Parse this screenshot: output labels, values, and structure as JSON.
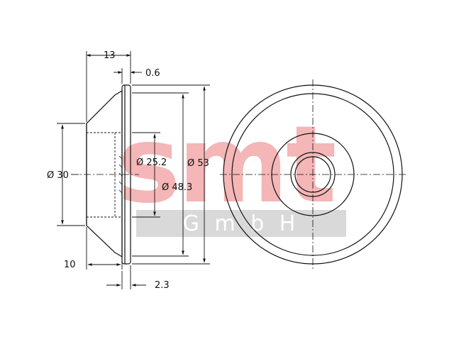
{
  "watermark": {
    "brand": "smt",
    "sub": "G m b H",
    "brand_color": "#f4b6b6",
    "band_color": "#d9d9d9"
  },
  "dimensions": {
    "top_width": "13",
    "flange": "0.6",
    "left_diameter": "Ø 30",
    "inner_diameter": "Ø 25.2",
    "mid_diameter": "Ø 48.3",
    "outer_diameter": "Ø 53",
    "bottom_left": "10",
    "bottom_right": "2.3"
  },
  "colors": {
    "line": "#111111",
    "hidden": "#333333"
  }
}
